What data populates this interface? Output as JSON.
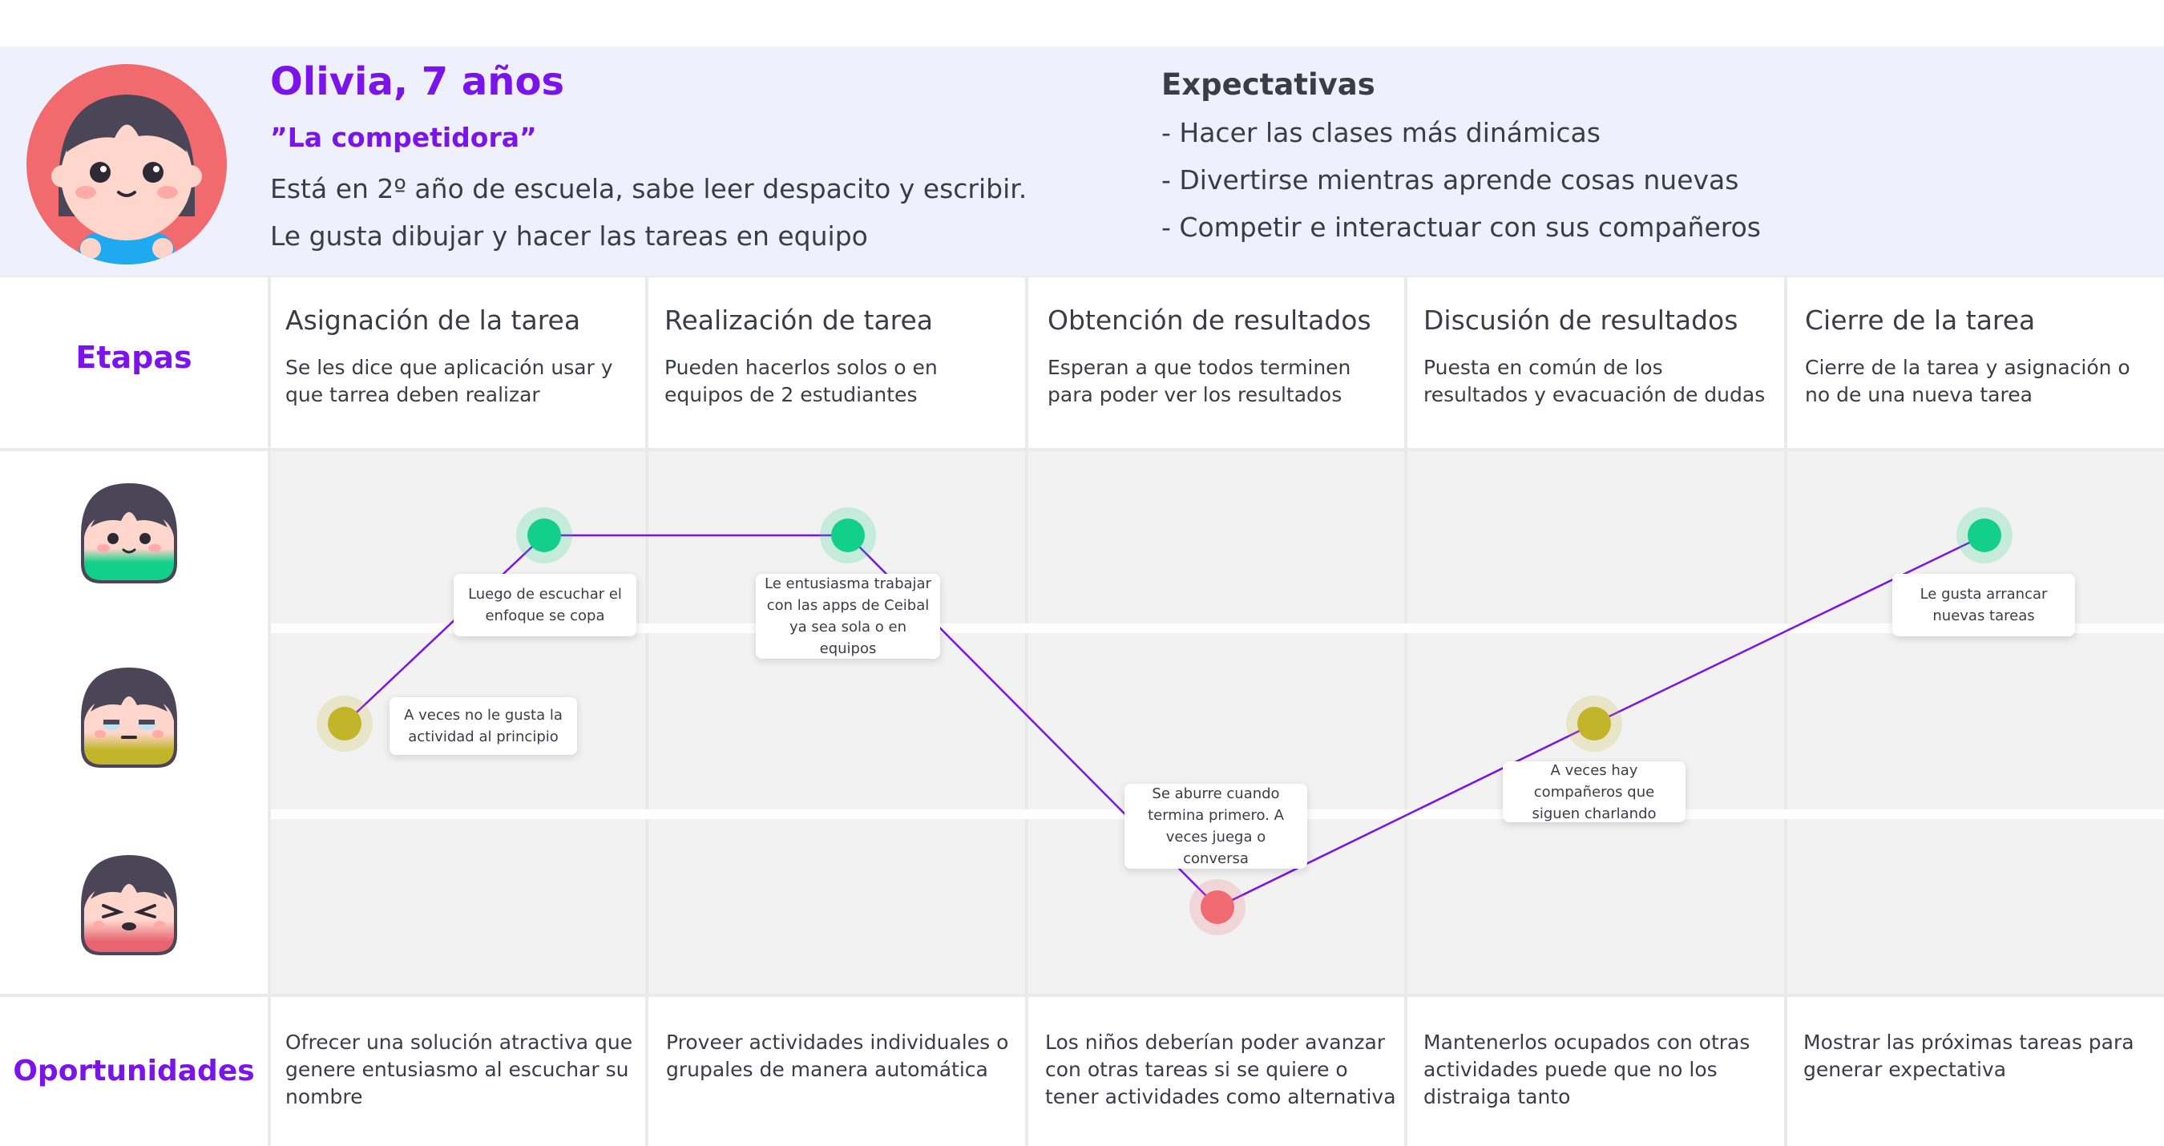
{
  "persona": {
    "name": "Olivia, 7 años",
    "nickname": "”La competidora”",
    "description": [
      "Está en 2º año de escuela, sabe leer despacito y escribir.",
      "Le gusta dibujar y hacer las tareas en equipo"
    ]
  },
  "expectations": {
    "title": "Expectativas",
    "items": [
      "- Hacer las clases más dinámicas",
      "- Divertirse mientras aprende cosas nuevas",
      "- Competir e interactuar con sus compañeros"
    ]
  },
  "rows": {
    "stages_label": "Etapas",
    "opportunities_label": "Oportunidades"
  },
  "stages": [
    {
      "title": "Asignación de la tarea",
      "description": "Se les dice que aplicación usar y que tarrea deben realizar"
    },
    {
      "title": "Realización de tarea",
      "description": "Pueden hacerlos solos o en equipos de 2 estudiantes"
    },
    {
      "title": "Obtención de resultados",
      "description": "Esperan a que todos terminen para poder ver los resultados"
    },
    {
      "title": "Discusión de resultados",
      "description": "Puesta en común de los resultados y evacuación de dudas"
    },
    {
      "title": "Cierre de la tarea",
      "description": "Cierre de la tarea y asignación o no de una nueva tarea"
    }
  ],
  "emotion_levels": [
    "happy",
    "neutral",
    "angry"
  ],
  "journey_points": [
    {
      "stage": 1,
      "level": "neutral",
      "note": "A veces no le gusta la actividad al principio"
    },
    {
      "stage": 1,
      "level": "happy",
      "note": "Luego de escuchar el enfoque se copa"
    },
    {
      "stage": 2,
      "level": "happy",
      "note": "Le entusiasma trabajar con las apps de Ceibal ya sea sola o en equipos"
    },
    {
      "stage": 3,
      "level": "angry",
      "note": "Se aburre cuando termina primero. A veces juega o conversa"
    },
    {
      "stage": 4,
      "level": "neutral",
      "note": "A veces hay compañeros que siguen charlando"
    },
    {
      "stage": 5,
      "level": "happy",
      "note": "Le gusta arrancar nuevas tareas"
    }
  ],
  "opportunities": [
    "Ofrecer una solución atractiva que genere entusiasmo al escuchar su nombre",
    "Proveer actividades individuales o grupales de manera automática",
    "Los niños deberían poder avanzar con otras tareas si se quiere o tener actividades como alternativa",
    "Mantenerlos ocupados con otras actividades puede que no los distraiga tanto",
    "Mostrar las próximas tareas para generar expectativa"
  ],
  "colors": {
    "accent": "#7a14e8",
    "header_bg": "#eef1fc",
    "happy": "#12d08a",
    "neutral": "#c2b52a",
    "angry": "#f06a72",
    "line": "#7a14e8"
  }
}
